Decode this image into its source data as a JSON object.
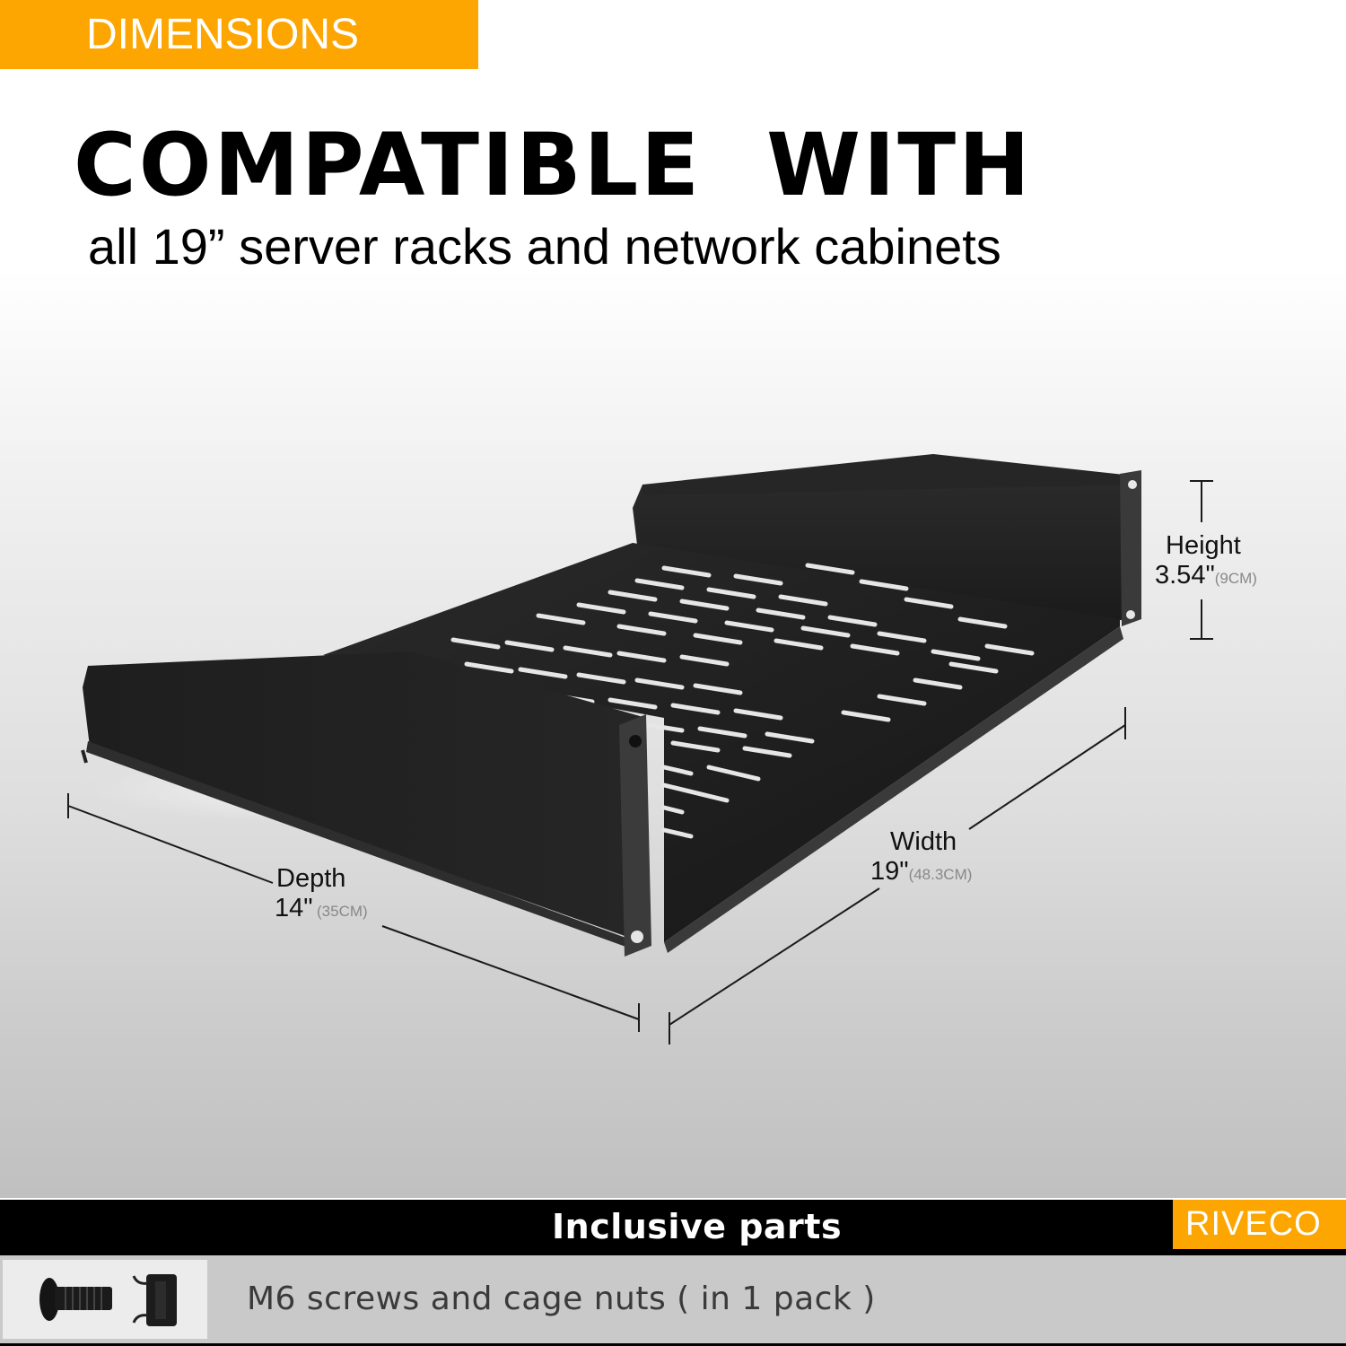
{
  "header": {
    "tag": "DIMENSIONS",
    "headline": "COMPATIBLE  WITH",
    "subheadline": "all 19” server racks and network cabinets"
  },
  "dimensions": {
    "height": {
      "label": "Height",
      "value": "3.54\"",
      "metric": "(9CM)"
    },
    "width": {
      "label": "Width",
      "value": "19\"",
      "metric": "(48.3CM)"
    },
    "depth": {
      "label": "Depth",
      "value": "14\"",
      "metric": "(35CM)"
    }
  },
  "product": {
    "name": "rack-shelf",
    "color": "#1c1c1c"
  },
  "parts": {
    "title": "Inclusive parts",
    "brand": "RIVECO",
    "item": "M6 screws and cage nuts ( in 1 pack )"
  },
  "colors": {
    "accent": "#fda500",
    "bar": "#000000",
    "row": "#c9c9c9"
  }
}
